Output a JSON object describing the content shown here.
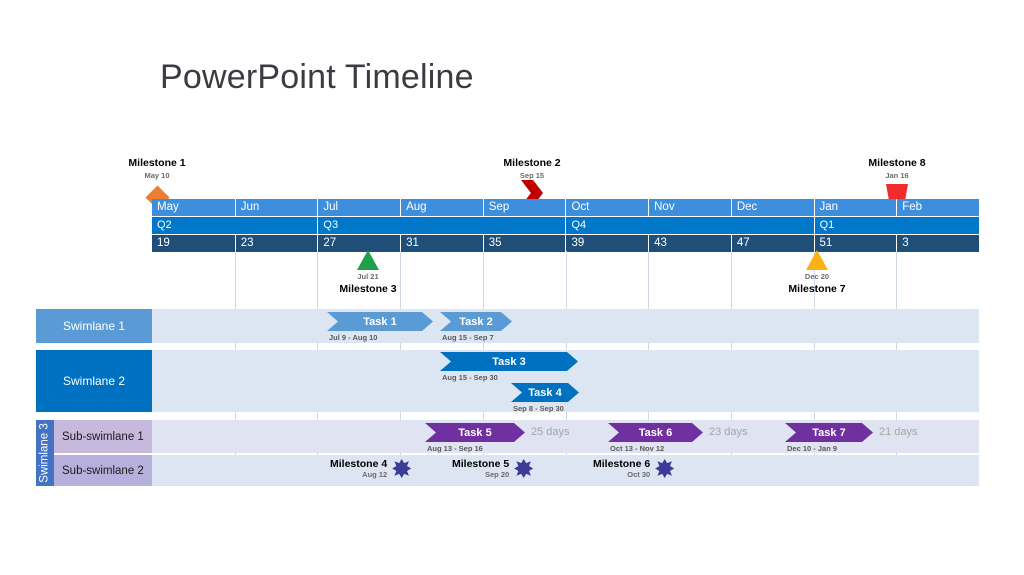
{
  "slide": {
    "title": "PowerPoint Timeline"
  },
  "colors": {
    "month_row": "#3e8ede",
    "quarter_row": "#0077c8",
    "week_row": "#1f4e79",
    "lane1": "#5b9bd5",
    "lane2": "#0070c0",
    "lane3_tab": "#4472c4",
    "sub1": "#c7b9dd",
    "sub2": "#b7b0dd",
    "band": "#dce6f2",
    "task_purple": "#7030a0",
    "milestone_orange": "#ed7d31",
    "milestone_red": "#c00000",
    "milestone_green": "#21a04a",
    "milestone_amber": "#fbb215",
    "milestone_star": "#3b3b98"
  },
  "timeline": {
    "months": [
      "May",
      "Jun",
      "Jul",
      "Aug",
      "Sep",
      "Oct",
      "Nov",
      "Dec",
      "Jan",
      "Feb"
    ],
    "quarters": [
      {
        "label": "Q2",
        "span": 2
      },
      {
        "label": "Q3",
        "span": 3
      },
      {
        "label": "Q4",
        "span": 3
      },
      {
        "label": "Q1",
        "span": 2
      }
    ],
    "weeks": [
      "19",
      "23",
      "27",
      "31",
      "35",
      "39",
      "43",
      "47",
      "51",
      "3"
    ]
  },
  "milestones_top": [
    {
      "name": "Milestone 1",
      "date": "May 10",
      "shape": "diamond",
      "color": "#ed7d31"
    },
    {
      "name": "Milestone 2",
      "date": "Sep 15",
      "shape": "chevron",
      "color": "#c00000"
    },
    {
      "name": "Milestone 8",
      "date": "Jan 16",
      "shape": "trapezoid",
      "color": "#ef2b2b"
    }
  ],
  "milestones_bottom": [
    {
      "name": "Milestone 3",
      "date": "Jul 21",
      "shape": "triangle",
      "color": "#21a04a"
    },
    {
      "name": "Milestone 7",
      "date": "Dec 20",
      "shape": "triangle",
      "color": "#fbb215"
    }
  ],
  "swimlanes": [
    {
      "label": "Swimlane 1"
    },
    {
      "label": "Swimlane 2"
    },
    {
      "label": "Swimlane 3",
      "sub_lanes": [
        {
          "label": "Sub-swimlane 1"
        },
        {
          "label": "Sub-swimlane 2"
        }
      ]
    }
  ],
  "tasks": [
    {
      "label": "Task 1",
      "dates": "Jul 9 - Aug 10",
      "lane": "Swimlane 1",
      "color": "#5b9bd5",
      "duration": ""
    },
    {
      "label": "Task 2",
      "dates": "Aug 15 - Sep 7",
      "lane": "Swimlane 1",
      "color": "#5b9bd5",
      "duration": ""
    },
    {
      "label": "Task 3",
      "dates": "Aug 15 - Sep 30",
      "lane": "Swimlane 2",
      "color": "#0070c0",
      "duration": ""
    },
    {
      "label": "Task 4",
      "dates": "Sep 8 - Sep 30",
      "lane": "Swimlane 2",
      "color": "#0070c0",
      "duration": ""
    },
    {
      "label": "Task 5",
      "dates": "Aug 13 - Sep 16",
      "lane": "Sub-swimlane 1",
      "color": "#7030a0",
      "duration": "25 days"
    },
    {
      "label": "Task 6",
      "dates": "Oct 13 - Nov 12",
      "lane": "Sub-swimlane 1",
      "color": "#7030a0",
      "duration": "23 days"
    },
    {
      "label": "Task 7",
      "dates": "Dec 10 - Jan 9",
      "lane": "Sub-swimlane 1",
      "color": "#7030a0",
      "duration": "21 days"
    }
  ],
  "milestones_inline": [
    {
      "name": "Milestone 4",
      "date": "Aug 12",
      "lane": "Sub-swimlane 2",
      "shape": "star8",
      "color": "#3b3b98"
    },
    {
      "name": "Milestone 5",
      "date": "Sep 20",
      "lane": "Sub-swimlane 2",
      "shape": "star8",
      "color": "#3b3b98"
    },
    {
      "name": "Milestone 6",
      "date": "Oct 30",
      "lane": "Sub-swimlane 2",
      "shape": "star8",
      "color": "#3b3b98"
    }
  ]
}
